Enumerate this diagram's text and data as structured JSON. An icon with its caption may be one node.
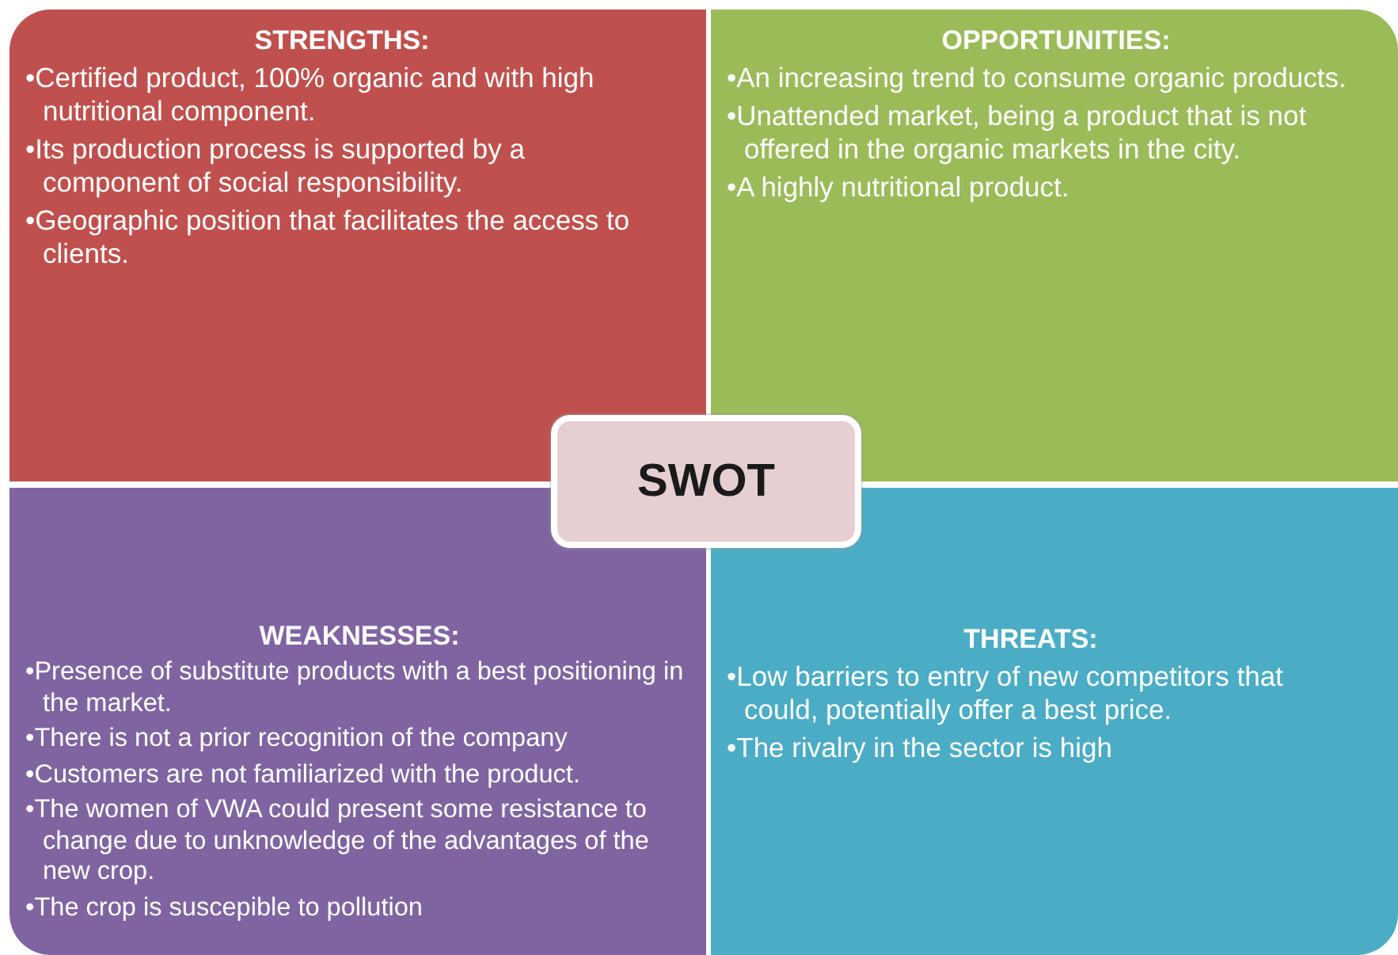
{
  "diagram": {
    "nodes": [
      {
        "text": [
          "STRENGTHS:",
          "•Certified product, 100% organic and with high nutritional component.",
          "•Its production process is supported by a component of social responsibility.",
          "•Geographic position that facilitates the access to clients."
        ]
      },
      {
        "text": [
          "OPPORTUNITIES:",
          "•An increasing trend to consume organic products.",
          "•Unattended market, being a product that is not offered in the organic markets in the city.",
          "•A highly nutritional product."
        ]
      },
      {
        "text": [
          "WEAKNESSES:",
          "•Presence of substitute products with a best positioning in the market.",
          "•There is not a prior recognition of the company",
          "•Customers are not familiarized with the product.",
          "•The women of VWA could present some resistance to change due to unknowledge of the advantages of the new crop.",
          "•The crop is suscepible to pollution"
        ]
      },
      {
        "text": [
          "THREATS:",
          "•Low barriers to entry of new competitors that could, potentially offer a best price.",
          "•The rivalry in the sector is high"
        ]
      },
      {
        "text": [
          "SWOT"
        ]
      }
    ]
  }
}
